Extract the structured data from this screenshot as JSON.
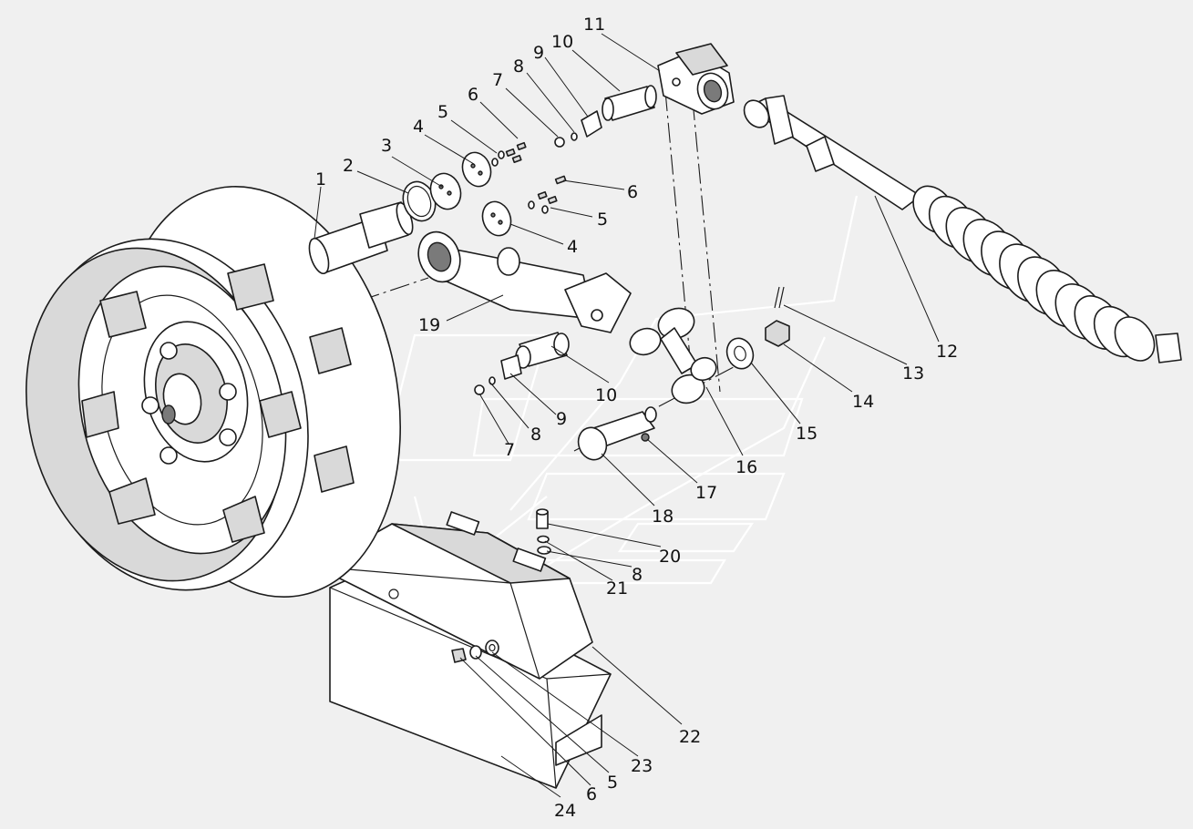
{
  "callouts": {
    "c1": "1",
    "c2": "2",
    "c3": "3",
    "c4a": "4",
    "c5a": "5",
    "c6a": "6",
    "c7a": "7",
    "c8a": "8",
    "c9a": "9",
    "c10a": "10",
    "c11": "11",
    "c6b": "6",
    "c5b": "5",
    "c4b": "4",
    "c19": "19",
    "c10b": "10",
    "c9b": "9",
    "c8b": "8",
    "c7b": "7",
    "c13": "13",
    "c12": "12",
    "c14": "14",
    "c15": "15",
    "c16": "16",
    "c17": "17",
    "c18": "18",
    "c20": "20",
    "c8c": "8",
    "c21": "21",
    "c22": "22",
    "c23": "23",
    "c5c": "5",
    "c6c": "6",
    "c24": "24"
  },
  "colors": {
    "background": "#f0f0f0",
    "line": "#1c1c1c",
    "shading": "#d9d9d9",
    "dark_shading": "#7a7a7a"
  }
}
